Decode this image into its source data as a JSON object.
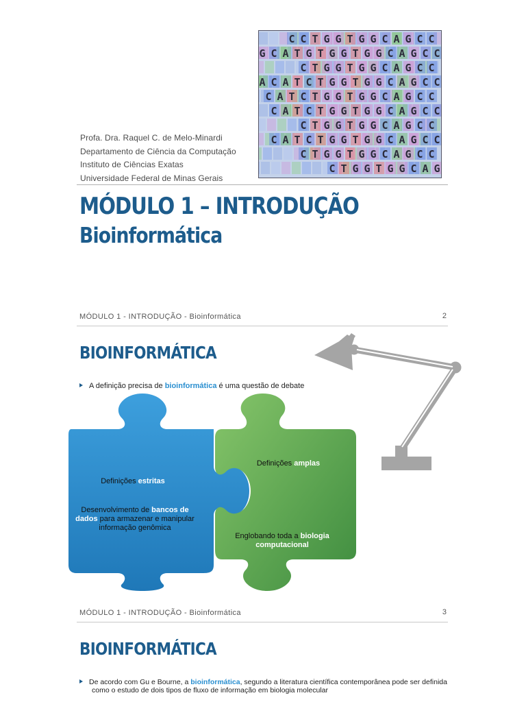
{
  "slide1": {
    "dna_letters": [
      "CCTGGTGGCAGCC",
      "GGCATGTGGTGGCAGCC",
      "CTGGTGGCAGCC",
      "GGCACATCTGGTGGCAGCC",
      "CATCTGGTGGCAGCC",
      "CATCTGGTGGCAGCC",
      "CTGGTGGCAGCC",
      "CATCTGGTGGCAGCC",
      "CTGGTGGCAGCC",
      "CTGGTGGCAG"
    ],
    "authors": [
      "Profa. Dra. Raquel C. de Melo-Minardi",
      "Departamento de Ciência da Computação",
      "Instituto de Ciências Exatas",
      "Universidade Federal de Minas Gerais"
    ],
    "title": "MÓDULO 1 – INTRODUÇÃO",
    "subtitle": "Bioinformática"
  },
  "slide2": {
    "header": "MÓDULO 1 - INTRODUÇÃO - Bioinformática",
    "page": "2",
    "title": "BIOINFORMÁTICA",
    "bullet": {
      "before": "A definição precisa de ",
      "highlight": "bioinformática",
      "after": " é uma questão de debate"
    },
    "piece_blue": {
      "line1_plain": "Definições ",
      "line1_bold": "estritas",
      "line2_plain_a": "Desenvolvimento de ",
      "line2_bold": "bancos de dados",
      "line2_plain_b": " para armazenar e manipular informação genômica"
    },
    "piece_green": {
      "line1_plain": "Definições ",
      "line1_bold": "amplas",
      "line2_plain": "Englobando toda a ",
      "line2_bold": "biologia computacional"
    },
    "colors": {
      "blue_piece": "#2e8fd0",
      "green_piece": "#5aa84a",
      "title": "#1d5c8c",
      "lamp": "#a5a5a5"
    }
  },
  "slide3": {
    "header": "MÓDULO 1 - INTRODUÇÃO - Bioinformática",
    "page": "3",
    "title": "BIOINFORMÁTICA",
    "bullet": {
      "before": "De acordo com Gu e Bourne, a ",
      "highlight": "bioinformática",
      "after": ", segundo a literatura científica contemporânea pode ser definida como o estudo de dois tipos de fluxo de informação em biologia molecular"
    }
  }
}
